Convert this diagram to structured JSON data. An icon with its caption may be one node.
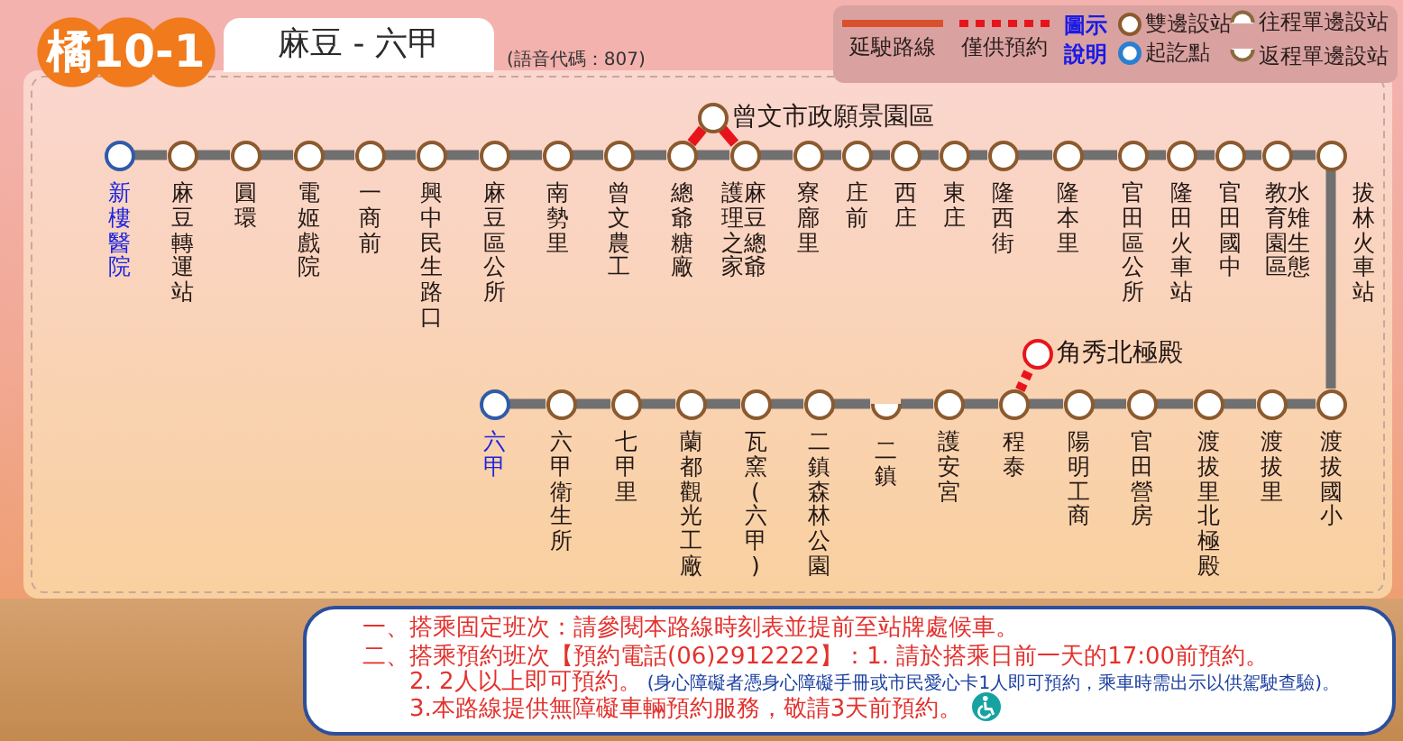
{
  "diagram": {
    "nodes": [
      {
        "text": [
          "橘10-1"
        ]
      },
      {
        "text": [
          "麻豆 - 六甲"
        ]
      },
      {
        "text": [
          "新樓醫院"
        ]
      },
      {
        "text": [
          "麻豆轉運站"
        ]
      },
      {
        "text": [
          "圓環"
        ]
      },
      {
        "text": [
          "電姬戲院"
        ]
      },
      {
        "text": [
          "一商前"
        ]
      },
      {
        "text": [
          "興中民生路口"
        ]
      },
      {
        "text": [
          "麻豆區公所"
        ]
      },
      {
        "text": [
          "南勢里"
        ]
      },
      {
        "text": [
          "曾文農工"
        ]
      },
      {
        "text": [
          "總爺糖廠"
        ]
      },
      {
        "text": [
          "曾文市政願景園區"
        ]
      },
      {
        "text": [
          "麻豆總爺護理之家"
        ]
      },
      {
        "text": [
          "寮廍里"
        ]
      },
      {
        "text": [
          "庄前"
        ]
      },
      {
        "text": [
          "西庄"
        ]
      },
      {
        "text": [
          "東庄"
        ]
      },
      {
        "text": [
          "隆西街"
        ]
      },
      {
        "text": [
          "隆本里"
        ]
      },
      {
        "text": [
          "官田區公所"
        ]
      },
      {
        "text": [
          "隆田火車站"
        ]
      },
      {
        "text": [
          "官田國中"
        ]
      },
      {
        "text": [
          "水雉生態教育園區"
        ]
      },
      {
        "text": [
          "拔林火車站"
        ]
      },
      {
        "text": [
          "角秀北極殿"
        ]
      },
      {
        "text": [
          "六甲"
        ]
      },
      {
        "text": [
          "六甲衛生所"
        ]
      },
      {
        "text": [
          "七甲里"
        ]
      },
      {
        "text": [
          "蘭都觀光工廠"
        ]
      },
      {
        "text": [
          "瓦窯(六甲)"
        ]
      },
      {
        "text": [
          "二鎮森林公園"
        ]
      },
      {
        "text": [
          "二鎮"
        ]
      },
      {
        "text": [
          "護安宮"
        ]
      },
      {
        "text": [
          "程泰"
        ]
      },
      {
        "text": [
          "陽明工商"
        ]
      },
      {
        "text": [
          "官田營房"
        ]
      },
      {
        "text": [
          "渡拔里北極殿"
        ]
      },
      {
        "text": [
          "渡拔里"
        ]
      },
      {
        "text": [
          "渡拔國小"
        ]
      },
      {
        "text": [
          "一、搭乘固定班次：請參閱本路線時刻表並提前至站牌處候車。",
          "二、搭乘預約班次【預約電話(06)2912222】：1. 請於搭乘日前一天的17:00前預約。",
          "2. 2人以上即可預約。",
          "(身心障礙者憑身心障礙手冊或市民愛心卡1人即可預約，乘車時需出示以供駕駛查驗)。",
          "3.本路線提供無障礙車輛預約服務，敬請3天前預約。"
        ]
      }
    ],
    "edges": [
      {
        "from": 2,
        "to": 3,
        "arrow": "none"
      },
      {
        "from": 3,
        "to": 4,
        "arrow": "none"
      },
      {
        "from": 4,
        "to": 5,
        "arrow": "none"
      },
      {
        "from": 5,
        "to": 6,
        "arrow": "none"
      },
      {
        "from": 6,
        "to": 7,
        "arrow": "none"
      },
      {
        "from": 7,
        "to": 8,
        "arrow": "none"
      },
      {
        "from": 8,
        "to": 9,
        "arrow": "none"
      },
      {
        "from": 9,
        "to": 10,
        "arrow": "none"
      },
      {
        "from": 10,
        "to": 11,
        "arrow": "none"
      },
      {
        "from": 11,
        "to": 13,
        "arrow": "none"
      },
      {
        "from": 11,
        "to": 12,
        "arrow": "none",
        "color": "#e8141c"
      },
      {
        "from": 12,
        "to": 13,
        "arrow": "none",
        "color": "#e8141c"
      },
      {
        "from": 13,
        "to": 14,
        "arrow": "none"
      },
      {
        "from": 14,
        "to": 15,
        "arrow": "none"
      },
      {
        "from": 15,
        "to": 16,
        "arrow": "none"
      },
      {
        "from": 16,
        "to": 17,
        "arrow": "none"
      },
      {
        "from": 17,
        "to": 18,
        "arrow": "none"
      },
      {
        "from": 18,
        "to": 19,
        "arrow": "none"
      },
      {
        "from": 19,
        "to": 20,
        "arrow": "none"
      },
      {
        "from": 20,
        "to": 21,
        "arrow": "none"
      },
      {
        "from": 21,
        "to": 22,
        "arrow": "none"
      },
      {
        "from": 22,
        "to": 23,
        "arrow": "none"
      },
      {
        "from": 23,
        "to": 24,
        "arrow": "none"
      },
      {
        "from": 24,
        "to": 39,
        "arrow": "none"
      },
      {
        "from": 39,
        "to": 38,
        "arrow": "none"
      },
      {
        "from": 38,
        "to": 37,
        "arrow": "none"
      },
      {
        "from": 37,
        "to": 36,
        "arrow": "none"
      },
      {
        "from": 36,
        "to": 35,
        "arrow": "none"
      },
      {
        "from": 35,
        "to": 34,
        "arrow": "none"
      },
      {
        "from": 34,
        "to": 25,
        "arrow": "none",
        "style": "dashed",
        "color": "#e8141c"
      },
      {
        "from": 34,
        "to": 33,
        "arrow": "none"
      },
      {
        "from": 33,
        "to": 32,
        "arrow": "none"
      },
      {
        "from": 32,
        "to": 31,
        "arrow": "none"
      },
      {
        "from": 31,
        "to": 30,
        "arrow": "none"
      },
      {
        "from": 30,
        "to": 29,
        "arrow": "none"
      },
      {
        "from": 29,
        "to": 28,
        "arrow": "none"
      },
      {
        "from": 28,
        "to": 27,
        "arrow": "none"
      },
      {
        "from": 27,
        "to": 26,
        "arrow": "none"
      }
    ],
    "labels": [
      "(語音代碼：807)",
      "圖示說明"
    ],
    "legend": [
      {
        "text": "延駛路線"
      },
      {
        "text": "僅供預約"
      },
      {
        "text": "雙邊設站"
      },
      {
        "text": "往程單邊設站"
      },
      {
        "text": "起訖點"
      },
      {
        "text": "返程單邊設站"
      }
    ]
  }
}
